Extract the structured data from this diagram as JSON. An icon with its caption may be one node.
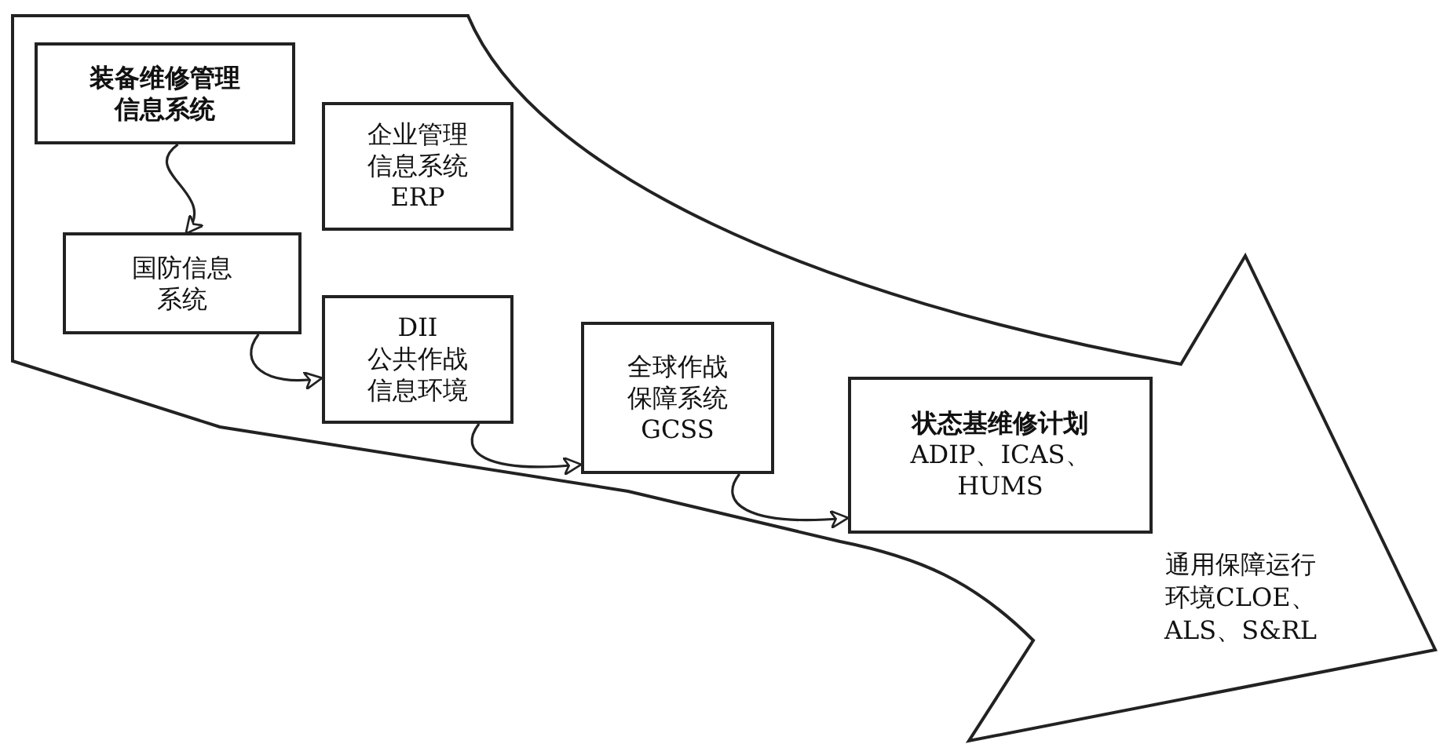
{
  "diagram": {
    "nodes": [
      {
        "text": [
          "通用保障运行环境CLOE、ALS、S&RL"
        ]
      },
      {
        "text": [
          "装备维修管理信息系统"
        ],
        "in": 0
      },
      {
        "text": [
          "企业管理信息系统",
          "ERP"
        ],
        "in": 0
      },
      {
        "text": [
          "国防信息系统"
        ],
        "in": 0
      },
      {
        "text": [
          "DII",
          "公共作战信息环境"
        ],
        "in": 0
      },
      {
        "text": [
          "全球作战保障系统",
          "GCSS"
        ],
        "in": 0
      },
      {
        "text": [
          "状态基维修计划",
          "ADIP、ICAS、HUMS"
        ],
        "in": 0
      }
    ],
    "edges": [
      {
        "from": 1,
        "to": 3,
        "arrow": "to"
      },
      {
        "from": 3,
        "to": 4,
        "arrow": "to"
      },
      {
        "from": 4,
        "to": 5,
        "arrow": "to"
      },
      {
        "from": 5,
        "to": 6,
        "arrow": "to"
      }
    ]
  }
}
